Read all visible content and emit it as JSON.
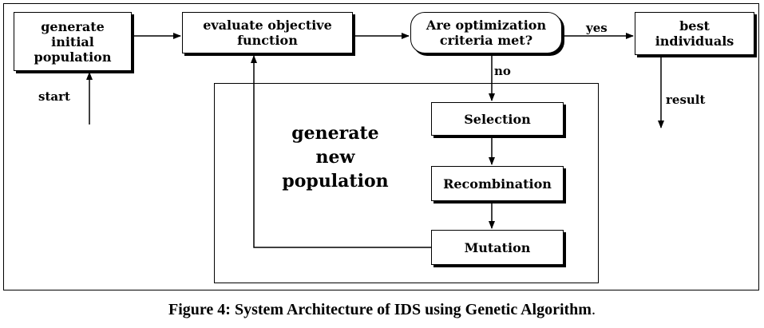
{
  "diagram": {
    "boxes": {
      "generate_initial_population": "generate\ninitial\npopulation",
      "evaluate_objective_function": "evaluate objective\nfunction",
      "optimization_criteria": "Are optimization\ncriteria met?",
      "best_individuals": "best\nindividuals",
      "selection": "Selection",
      "recombination": "Recombination",
      "mutation": "Mutation"
    },
    "labels": {
      "start": "start",
      "yes": "yes",
      "no": "no",
      "result": "result",
      "generate_new_population": "generate\nnew\npopulation"
    }
  },
  "caption": {
    "text": "Figure 4: System Architecture of IDS using Genetic Algorithm",
    "trailing": "."
  }
}
